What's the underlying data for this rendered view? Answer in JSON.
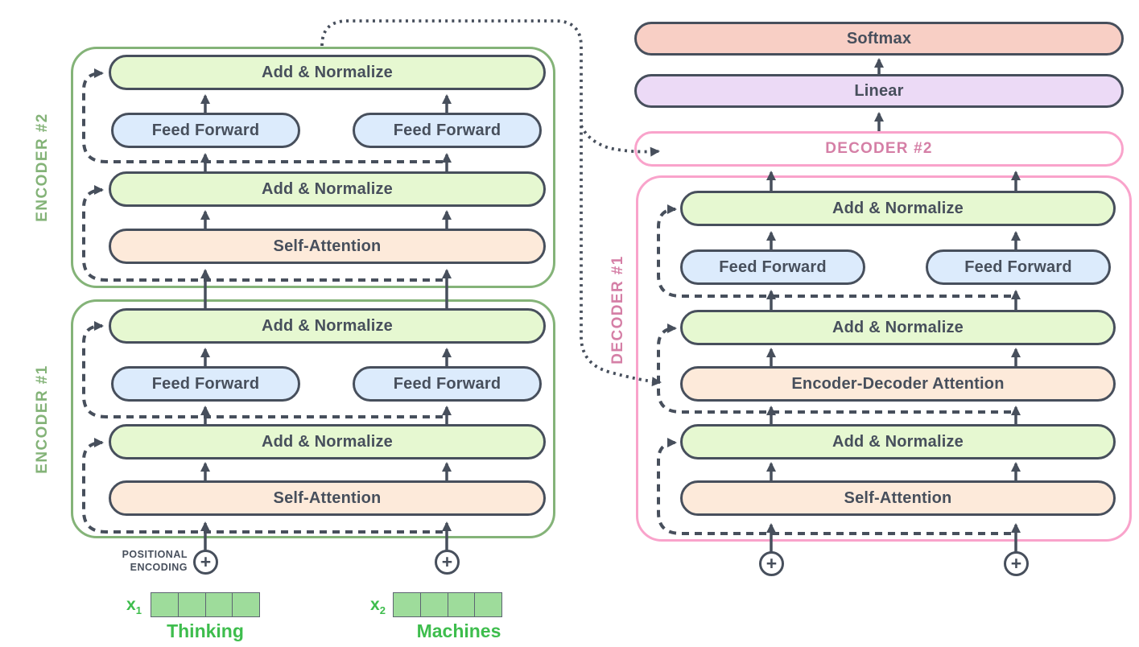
{
  "palette": {
    "pill_border_and_text": "#474f5c",
    "add_normalize_fill": "#e6f8d1",
    "feed_forward_fill": "#dcebfc",
    "attention_fill": "#fdeada",
    "softmax_fill": "#f8cfc5",
    "linear_fill": "#ecdaf6",
    "encoder_border_green": "#84b378",
    "decoder_border_pink": "#f9a3cb",
    "decoder_label_pink": "#d57fa6",
    "connector_gray": "#474f5c",
    "input_text_green": "#3ebd4d",
    "embedding_fill_green": "#9edc9b"
  },
  "encoder2": {
    "label": "ENCODER #2",
    "add_norm_top": "Add & Normalize",
    "ff_left": "Feed Forward",
    "ff_right": "Feed Forward",
    "add_norm_bottom": "Add & Normalize",
    "self_attention": "Self-Attention"
  },
  "encoder1": {
    "label": "ENCODER #1",
    "add_norm_top": "Add & Normalize",
    "ff_left": "Feed Forward",
    "ff_right": "Feed Forward",
    "add_norm_bottom": "Add & Normalize",
    "self_attention": "Self-Attention"
  },
  "decoder2": {
    "label": "DECODER #2"
  },
  "decoder1": {
    "label": "DECODER #1",
    "add_norm_top": "Add & Normalize",
    "ff_left": "Feed Forward",
    "ff_right": "Feed Forward",
    "add_norm_mid": "Add & Normalize",
    "encoder_decoder_attention": "Encoder-Decoder Attention",
    "add_norm_bottom": "Add & Normalize",
    "self_attention": "Self-Attention"
  },
  "output_head": {
    "softmax": "Softmax",
    "linear": "Linear"
  },
  "inputs": {
    "positional_encoding_line1": "POSITIONAL",
    "positional_encoding_line2": "ENCODING",
    "x_base": "x",
    "x1_sub": "1",
    "x2_sub": "2",
    "plus": "+",
    "word1": "Thinking",
    "word2": "Machines"
  }
}
